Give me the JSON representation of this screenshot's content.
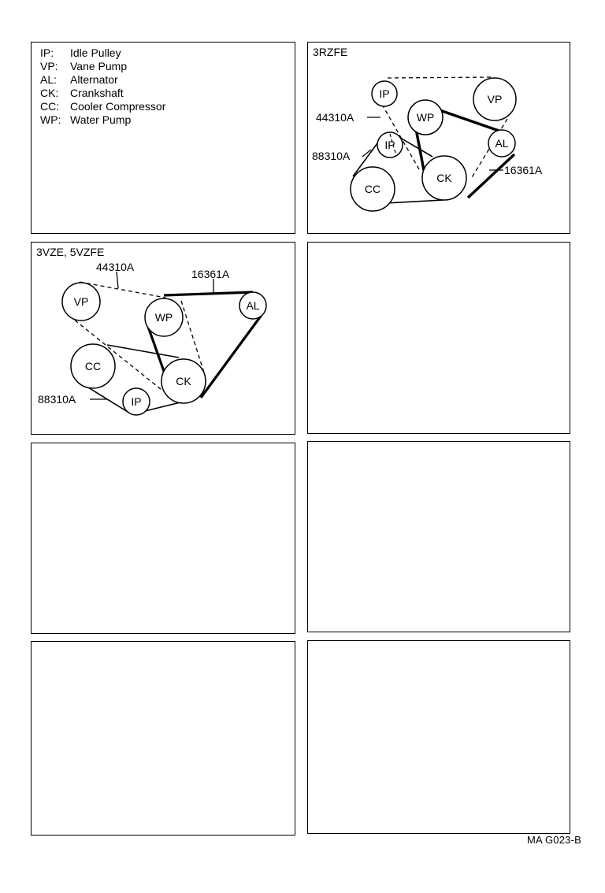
{
  "legend": [
    {
      "code": "IP:",
      "name": "Idle Pulley"
    },
    {
      "code": "VP:",
      "name": "Vane Pump"
    },
    {
      "code": "AL:",
      "name": "Alternator"
    },
    {
      "code": "CK:",
      "name": "Crankshaft"
    },
    {
      "code": "CC:",
      "name": "Cooler Compressor"
    },
    {
      "code": "WP:",
      "name": "Water Pump"
    }
  ],
  "diagram_3rzfe": {
    "title": "3RZFE",
    "pulleys": {
      "ip_top": "IP",
      "vp": "VP",
      "wp": "WP",
      "al": "AL",
      "ip_mid": "IP",
      "cc": "CC",
      "ck": "CK"
    },
    "belts": {
      "a": "44310A",
      "b": "88310A",
      "c": "16361A"
    }
  },
  "diagram_3vze": {
    "title": "3VZE, 5VZFE",
    "pulleys": {
      "vp": "VP",
      "wp": "WP",
      "al": "AL",
      "cc": "CC",
      "ck": "CK",
      "ip": "IP"
    },
    "belts": {
      "a": "44310A",
      "b": "16361A",
      "c": "88310A"
    }
  },
  "figure_code": "MA  G023-B"
}
